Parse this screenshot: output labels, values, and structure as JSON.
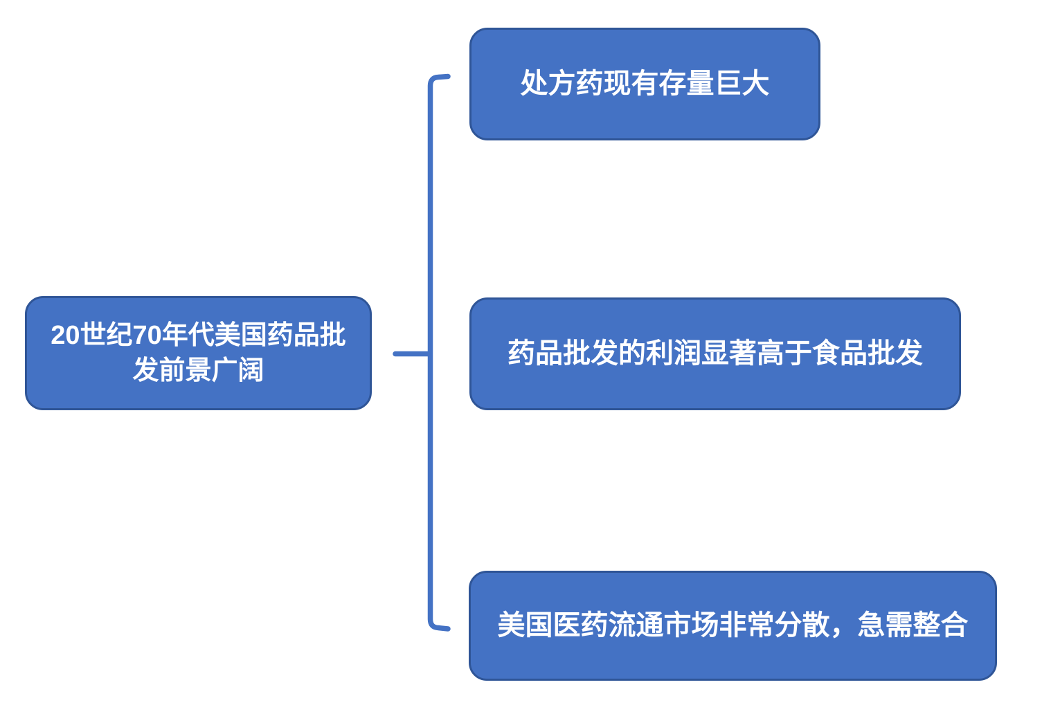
{
  "diagram": {
    "type": "hierarchy-bracket",
    "root": {
      "label": "20世纪70年代美国药品批发前景广阔"
    },
    "children": [
      {
        "label": "处方药现有存量巨大"
      },
      {
        "label": "药品批发的利润显著高于食品批发"
      },
      {
        "label": "美国医药流通市场非常分散，急需整合"
      }
    ],
    "colors": {
      "fill": "#4472C4",
      "border": "#2F5597",
      "connector": "#4472C4",
      "text": "#FFFFFF",
      "background": "#FFFFFF"
    }
  }
}
